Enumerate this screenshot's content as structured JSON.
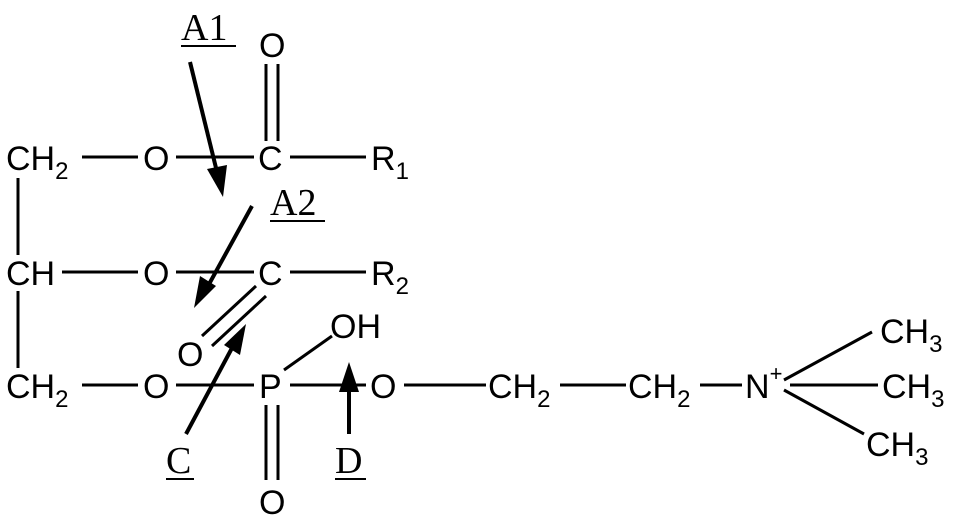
{
  "atoms": {
    "ch2_top": {
      "main": "CH",
      "sub": "2"
    },
    "o_top": "O",
    "c_top": "C",
    "o_carbonyl_top": "O",
    "r1": {
      "main": "R",
      "sub": "1"
    },
    "ch_mid": "CH",
    "o_mid": "O",
    "c_mid": "C",
    "r2": {
      "main": "R",
      "sub": "2"
    },
    "o_carbonyl_mid": "O",
    "ch2_bot": {
      "main": "CH",
      "sub": "2"
    },
    "o_bot": "O",
    "p": "P",
    "oh": "OH",
    "o_p_bottom": "O",
    "o_right": "O",
    "ch2_a": {
      "main": "CH",
      "sub": "2"
    },
    "ch2_b": {
      "main": "CH",
      "sub": "2"
    },
    "n": {
      "main": "N",
      "sup": "+"
    },
    "ch3_top": {
      "main": "CH",
      "sub": "3"
    },
    "ch3_mid": {
      "main": "CH",
      "sub": "3"
    },
    "ch3_bot": {
      "main": "CH",
      "sub": "3"
    }
  },
  "labels": {
    "a1": "A1",
    "a2": "A2",
    "c": "C",
    "d": "D"
  }
}
